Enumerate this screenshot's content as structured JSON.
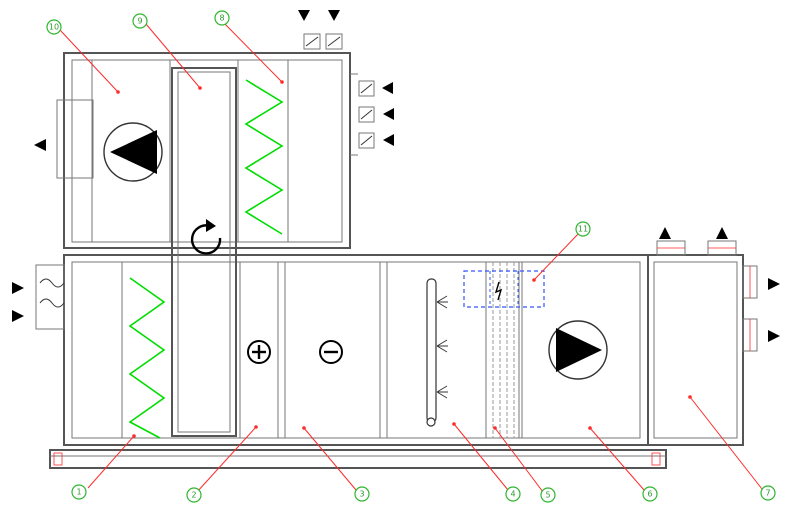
{
  "diagram": {
    "component_numbers": [
      "1",
      "2",
      "3",
      "4",
      "5",
      "6",
      "7",
      "8",
      "9",
      "10",
      "11"
    ]
  },
  "colors": {
    "casing": "#555555",
    "coil": "#00dd00",
    "leader": "#ff2a2a",
    "marker": "#2fb52f",
    "sensor_box": "#3355ff"
  },
  "icons": [
    "fan-icon",
    "heat-recovery-wheel-icon",
    "heater-icon",
    "cooler-icon",
    "damper-icon",
    "filter-icon",
    "humidifier-icon",
    "arrow-icon"
  ]
}
